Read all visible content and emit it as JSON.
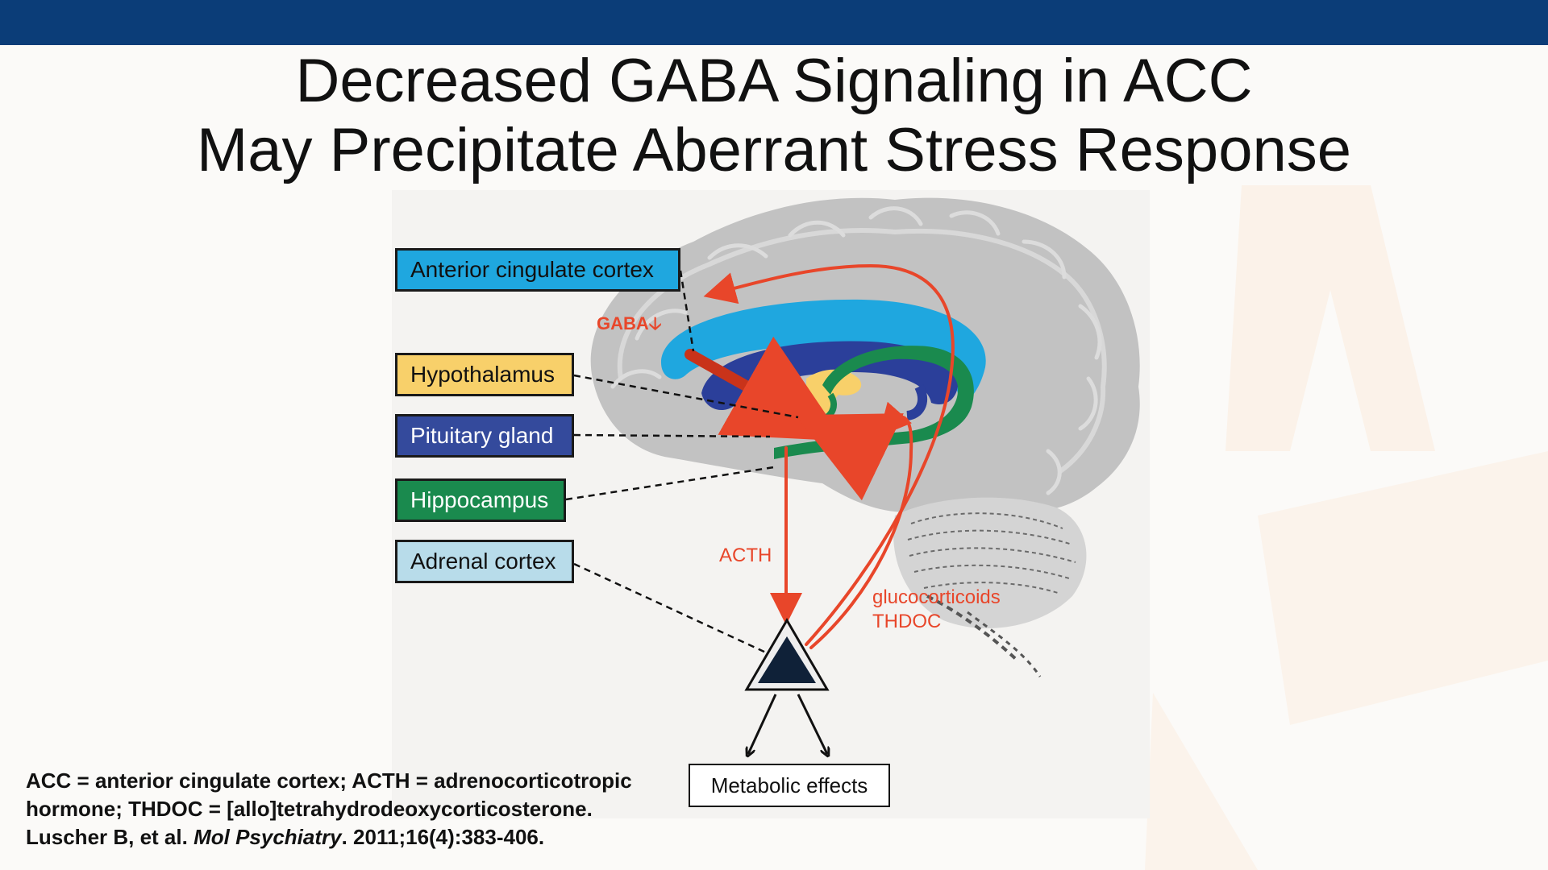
{
  "slide": {
    "title_line1": "Decreased GABA Signaling in ACC",
    "title_line2": "May Precipitate Aberrant Stress Response"
  },
  "diagram": {
    "labels": {
      "acc": "Anterior cingulate cortex",
      "hypothalamus": "Hypothalamus",
      "pituitary": "Pituitary gland",
      "hippocampus": "Hippocampus",
      "adrenal": "Adrenal cortex",
      "metabolic": "Metabolic effects"
    },
    "annotations": {
      "gaba": "GABA",
      "gaba_arrow": "🡣",
      "acth": "ACTH",
      "glucocorticoids": "glucocorticoids",
      "thdoc": "THDOC"
    },
    "colors": {
      "acc": "#1fa7df",
      "hypothalamus": "#f8d06a",
      "pituitary": "#344a9c",
      "hippocampus": "#1a8a4e",
      "adrenal": "#b8dcea",
      "arrows": "#e8462a",
      "brain": "#bdbdbd",
      "header_bar": "#0b3d78"
    }
  },
  "footnote": {
    "line1": "ACC = anterior cingulate cortex; ACTH = adrenocorticotropic",
    "line2": "hormone; THDOC = [allo]tetrahydrodeoxycorticosterone.",
    "citation_authors": "Luscher B, et al. ",
    "citation_journal": "Mol Psychiatry",
    "citation_rest": ". 2011;16(4):383-406."
  }
}
